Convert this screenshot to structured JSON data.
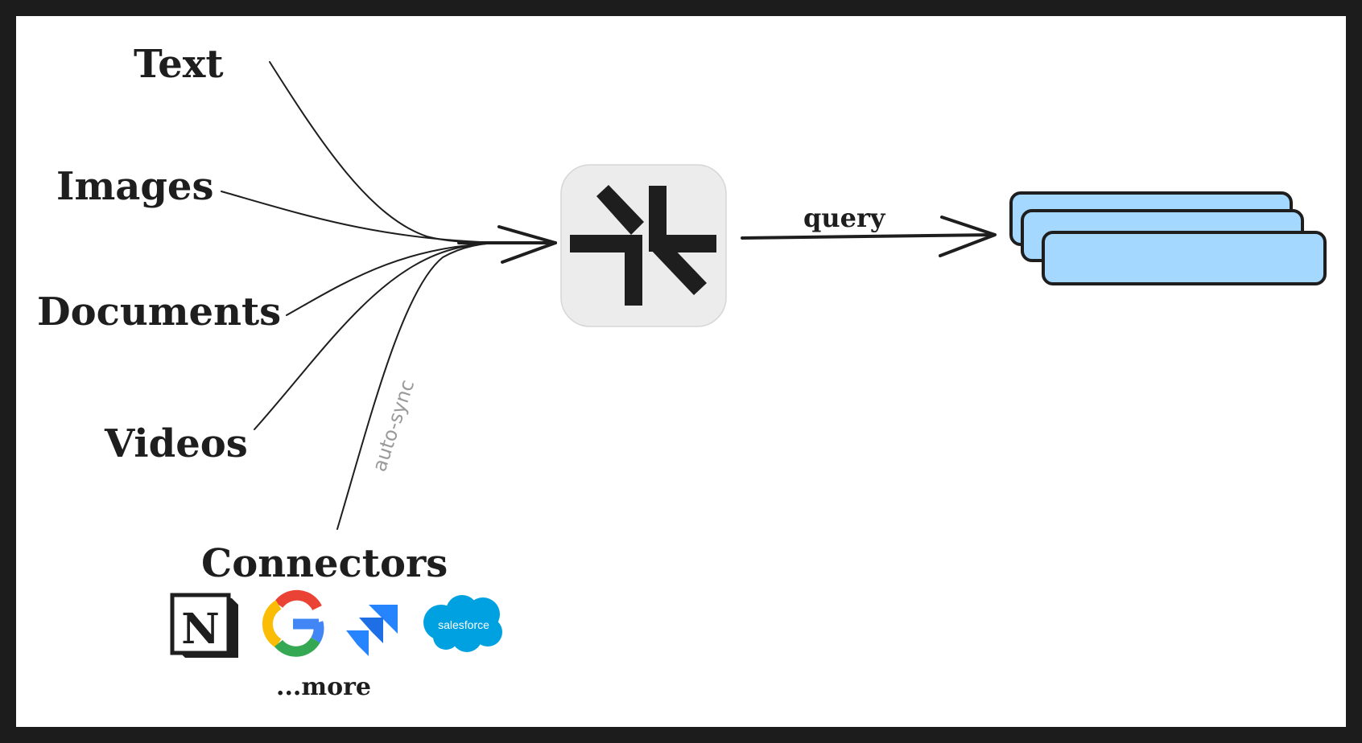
{
  "sources": [
    {
      "label": "Text"
    },
    {
      "label": "Images"
    },
    {
      "label": "Documents"
    },
    {
      "label": "Videos"
    }
  ],
  "connectors": {
    "title": "Connectors",
    "sync_label": "auto-sync",
    "more_label": "...more",
    "logos": [
      {
        "icon": "notion-logo-icon",
        "text": "N"
      },
      {
        "icon": "google-logo-icon",
        "text": "G"
      },
      {
        "icon": "jira-logo-icon",
        "text": ""
      },
      {
        "icon": "salesforce-logo-icon",
        "text": "salesforce"
      }
    ]
  },
  "hub": {
    "icon": "merge-logo-icon"
  },
  "query": {
    "label": "query"
  },
  "output": {
    "card_count": 3
  },
  "colors": {
    "ink": "#1e1e1e",
    "hub_fill": "#ececec",
    "card_fill": "#a5d8ff",
    "muted_text": "#9a9a9a",
    "google_blue": "#4285F4",
    "google_red": "#EA4335",
    "google_yellow": "#FBBC05",
    "google_green": "#34A853",
    "jira_blue": "#2684FF",
    "salesforce_blue": "#00A1E0"
  }
}
